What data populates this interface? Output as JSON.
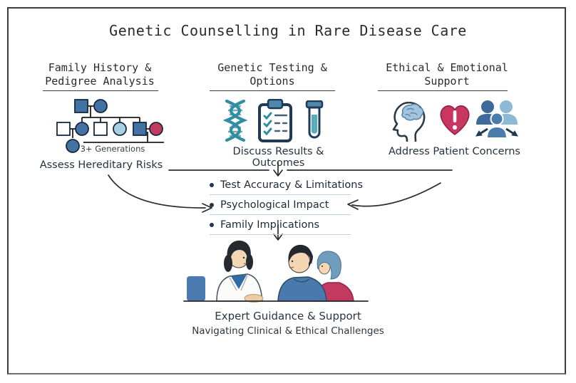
{
  "title": "Genetic Counselling in Rare Disease Care",
  "columns": {
    "left": {
      "header1": "Family History &",
      "header2": "Pedigree Analysis",
      "icon": "pedigree-chart-icon",
      "icon_note": "3+ Generations",
      "caption": "Assess Hereditary Risks"
    },
    "middle": {
      "header1": "Genetic Testing &",
      "header2": "Options",
      "icons": [
        "dna-helix-icon",
        "checklist-clipboard-icon",
        "test-tube-icon"
      ],
      "caption": "Discuss Results & Outcomes"
    },
    "right": {
      "header1": "Ethical & Emotional",
      "header2": "Support",
      "icons": [
        "head-brain-icon",
        "heart-alert-icon",
        "family-group-icon"
      ],
      "caption": "Address Patient Concerns"
    }
  },
  "considerations": {
    "items": [
      "Test Accuracy & Limitations",
      "Psychological Impact",
      "Family Implications"
    ]
  },
  "footer": {
    "caption1": "Expert Guidance & Support",
    "caption2": "Navigating Clinical & Ethical Challenges"
  },
  "illustration": "counselling-session",
  "colors": {
    "ink": "#2b2b2b",
    "dark_blue": "#4273a3",
    "light_blue": "#a9cfe2",
    "crimson": "#c23a62",
    "teal": "#2f8fa0",
    "navy": "#1f3a56",
    "list_underline": "#b9cfdb"
  }
}
